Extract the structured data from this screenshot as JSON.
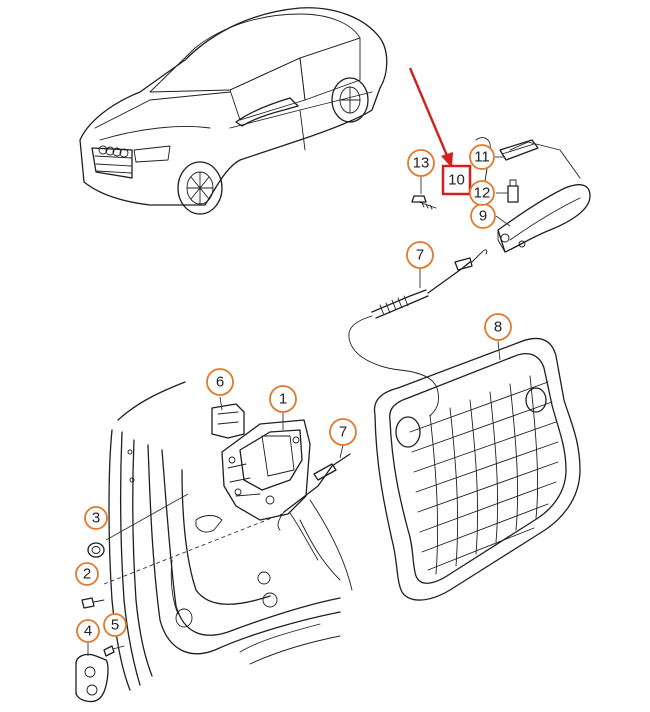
{
  "colors": {
    "callout_ring": "#e07a2e",
    "highlight_box": "#d21f1f",
    "arrow": "#d21f1f",
    "linework": "#1f1f1f"
  },
  "callouts": {
    "c1": "1",
    "c2": "2",
    "c3": "3",
    "c4": "4",
    "c5": "5",
    "c6": "6",
    "c7a": "7",
    "c7b": "7",
    "c8": "8",
    "c9": "9",
    "c10": "10",
    "c11": "11",
    "c12": "12",
    "c13": "13"
  }
}
